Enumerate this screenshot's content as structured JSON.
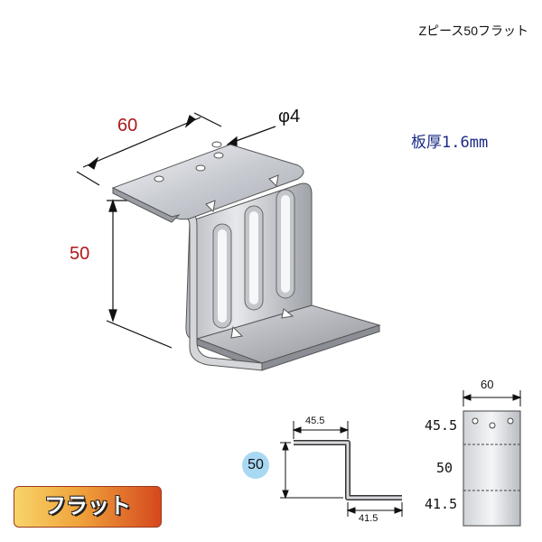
{
  "product_title": "Zピース50フラット",
  "thickness": "板厚1.6mm",
  "dimensions": {
    "width": "60",
    "height": "50",
    "hole": "φ4"
  },
  "profile_view": {
    "top_flange": "45.5",
    "height": "50",
    "bottom_flange": "41.5"
  },
  "plan_view": {
    "width": "60",
    "top": "45.5",
    "middle": "50",
    "bottom": "41.5"
  },
  "badge": "フラット",
  "colors": {
    "dimension_red": "#b01818",
    "thickness_blue": "#1a2a86",
    "badge_circle": "#a9d8f3"
  }
}
